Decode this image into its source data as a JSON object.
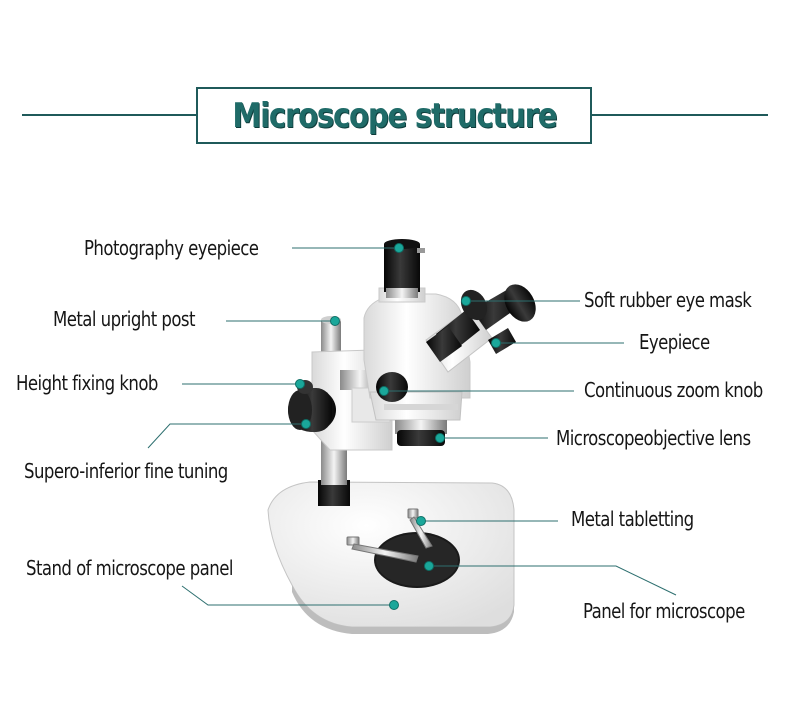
{
  "title": "Microscope structure",
  "labels": {
    "photography_eyepiece": "Photography eyepiece",
    "metal_upright_post": "Metal upright post",
    "height_fixing_knob": "Height fixing knob",
    "supero_inferior_fine_tuning": "Supero-inferior fine tuning",
    "stand_of_microscope_panel": "Stand of microscope panel",
    "soft_rubber_eye_mask": "Soft rubber eye mask",
    "eyepiece": "Eyepiece",
    "continuous_zoom_knob": "Continuous zoom knob",
    "microscope_objective_lens": "Microscopeobjective lens",
    "metal_tabletting": "Metal tabletting",
    "panel_for_microscope": "Panel for microscope"
  },
  "colors": {
    "accent": "#1f5a5a",
    "leader_line": "#2d6f6f",
    "marker_dot": "#1aa79a"
  }
}
